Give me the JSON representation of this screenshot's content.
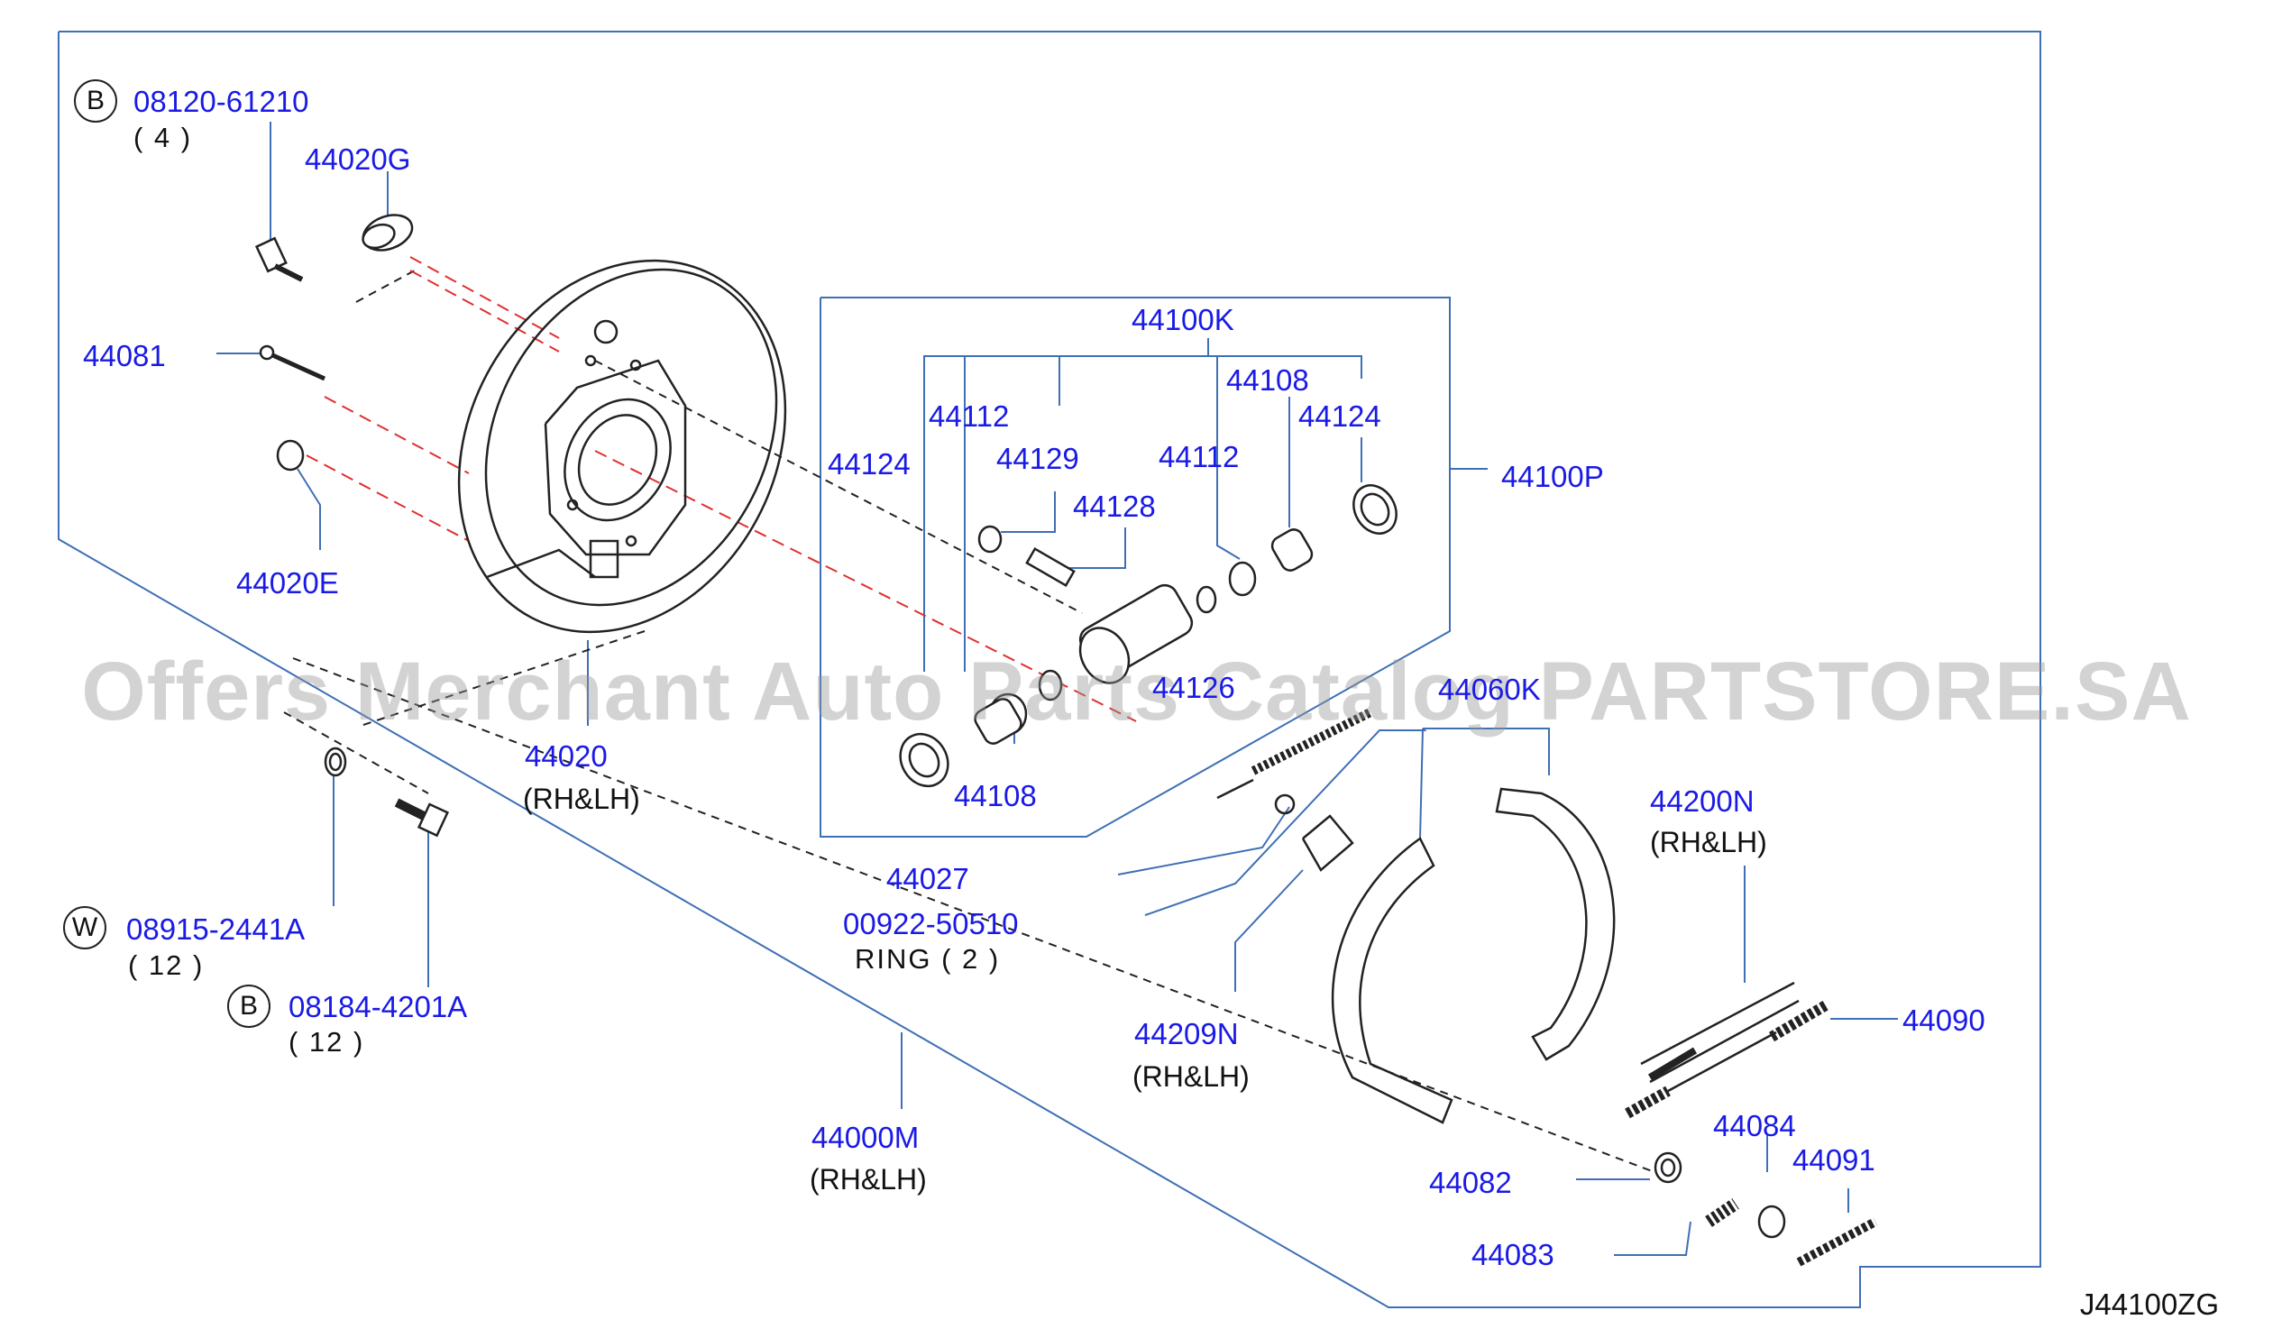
{
  "watermark": "Offers Merchant Auto Parts Catalog PARTSTORE.SA",
  "diagram_code": "J44100ZG",
  "circle_marks": {
    "b1": "B",
    "w": "W",
    "b2": "B"
  },
  "colors": {
    "label": "#1a1ae6",
    "callout_line": "#3f6fb5",
    "frame": "#3f6fb5",
    "drawing": "#222222",
    "red_dash": "#e03030"
  },
  "labels": {
    "bolt_top": "08120-61210",
    "bolt_top_qty": "( 4 )",
    "p44020G": "44020G",
    "p44081": "44081",
    "p44020E": "44020E",
    "p44020": "44020",
    "p44020_side": "(RH&LH)",
    "washer": "08915-2441A",
    "washer_qty": "( 12 )",
    "bolt_bottom": "08184-4201A",
    "bolt_bottom_qty": "( 12 )",
    "p44000M": "44000M",
    "p44000M_side": "(RH&LH)",
    "p44100K": "44100K",
    "p44112a": "44112",
    "p44108a": "44108",
    "p44124a": "44124",
    "p44124b": "44124",
    "p44129": "44129",
    "p44112b": "44112",
    "p44128": "44128",
    "p44100P": "44100P",
    "p44126": "44126",
    "p44108b": "44108",
    "p44060K": "44060K",
    "p44027": "44027",
    "ring": "00922-50510",
    "ring_text": "RING ( 2 )",
    "p44209N": "44209N",
    "p44209N_side": "(RH&LH)",
    "p44200N": "44200N",
    "p44200N_side": "(RH&LH)",
    "p44090": "44090",
    "p44084": "44084",
    "p44091": "44091",
    "p44082": "44082",
    "p44083": "44083"
  }
}
